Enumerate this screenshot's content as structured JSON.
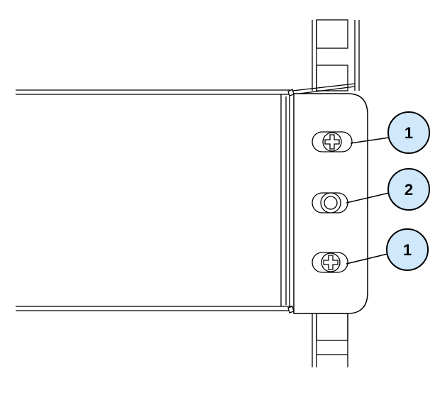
{
  "diagram": {
    "callouts": [
      {
        "label": "1",
        "part": "phillips-screw"
      },
      {
        "label": "2",
        "part": "captive-fastener"
      },
      {
        "label": "1",
        "part": "phillips-screw"
      }
    ],
    "colors": {
      "line": "#000000",
      "callout_fill": "#cfe8fb",
      "background": "#ffffff"
    }
  }
}
